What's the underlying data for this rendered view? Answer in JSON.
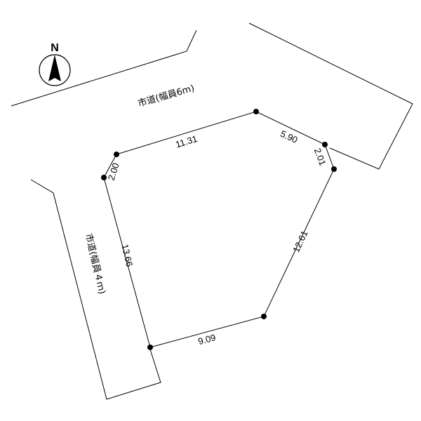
{
  "north_arrow": {
    "letter": "N",
    "icon": "north-arrow-icon"
  },
  "roads": {
    "north_road_label": "市道(幅員6m)",
    "west_road_label": "市道(幅員４ｍ)"
  },
  "dimensions": {
    "top_left_edge": "11.31",
    "top_right_edge": "5.90",
    "right_short_edge": "2.01",
    "right_long_edge": "12.61",
    "bottom_edge": "9.09",
    "left_long_edge": "13.66",
    "left_short_edge": "2.00"
  }
}
